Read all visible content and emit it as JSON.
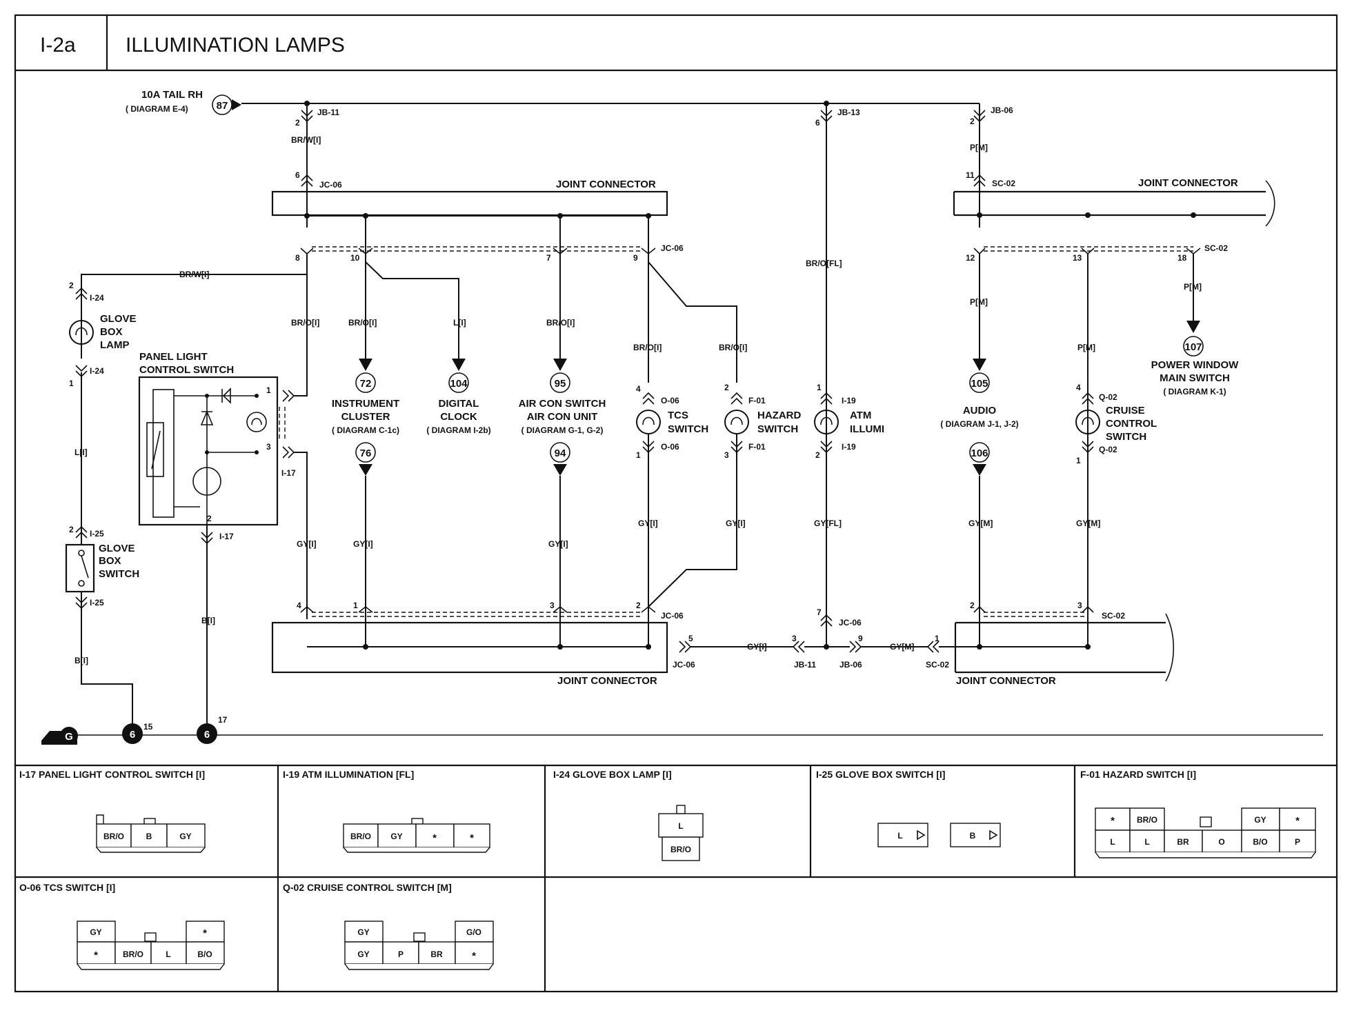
{
  "header": {
    "code": "I-2a",
    "title": "ILLUMINATION LAMPS"
  },
  "source": {
    "fuse": "10A TAIL RH",
    "ref": "( DIAGRAM  E-4)",
    "num": "87"
  },
  "jb": {
    "jb11": "JB-11",
    "jb13": "JB-13",
    "jb06": "JB-06"
  },
  "joint_connectors": {
    "top_left": "JOINT CONNECTOR",
    "top_right": "JOINT CONNECTOR",
    "bottom_left": "JOINT CONNECTOR",
    "bottom_right": "JOINT CONNECTOR"
  },
  "connector_ids": {
    "jc06": "JC-06",
    "sc02": "SC-02",
    "i24": "I-24",
    "i25": "I-25",
    "i17": "I-17",
    "o06": "O-06",
    "f01": "F-01",
    "i19": "I-19",
    "q02": "Q-02"
  },
  "wires": {
    "brw": "BR/W[I]",
    "bro": "BR/O[I]",
    "l": "L[I]",
    "gy": "GY[I]",
    "bro_fl": "BR/O[FL]",
    "gy_fl": "GY[FL]",
    "pm": "P[M]",
    "gym": "GY[M]",
    "b": "B[I]"
  },
  "pins": {
    "p1": "1",
    "p2": "2",
    "p3": "3",
    "p4": "4",
    "p5": "5",
    "p6": "6",
    "p7": "7",
    "p8": "8",
    "p9": "9",
    "p10": "10",
    "p11": "11",
    "p12": "12",
    "p13": "13",
    "p15": "15",
    "p17": "17",
    "p18": "18"
  },
  "components": {
    "glove_box_lamp": [
      "GLOVE",
      "BOX",
      "LAMP"
    ],
    "panel_light": [
      "PANEL LIGHT",
      "CONTROL SWITCH"
    ],
    "glove_box_switch": [
      "GLOVE",
      "BOX",
      "SWITCH"
    ],
    "instrument_cluster": [
      "INSTRUMENT",
      "CLUSTER",
      "( DIAGRAM  C-1c)"
    ],
    "digital_clock": [
      "DIGITAL",
      "CLOCK",
      "( DIAGRAM  I-2b)"
    ],
    "air_con": [
      "AIR CON SWITCH",
      "AIR CON UNIT",
      "( DIAGRAM  G-1,  G-2)"
    ],
    "tcs_switch": [
      "TCS",
      "SWITCH"
    ],
    "hazard_switch": [
      "HAZARD",
      "SWITCH"
    ],
    "atm_illumi": [
      "ATM",
      "ILLUMI"
    ],
    "audio": [
      "AUDIO",
      "( DIAGRAM  J-1,  J-2)"
    ],
    "cruise_switch": [
      "CRUISE",
      "CONTROL",
      "SWITCH"
    ],
    "power_window": [
      "POWER WINDOW",
      "MAIN SWITCH",
      "( DIAGRAM  K-1)"
    ]
  },
  "refs": {
    "r72": "72",
    "r76": "76",
    "r104": "104",
    "r95": "95",
    "r94": "94",
    "r105": "105",
    "r106": "106",
    "r107": "107"
  },
  "ground": {
    "symbol": "G",
    "num": "6"
  },
  "connector_table": [
    {
      "title": "I-17 PANEL LIGHT CONTROL SWITCH [I]",
      "cells": [
        "BR/O",
        "B",
        "GY"
      ]
    },
    {
      "title": "I-19 ATM ILLUMINATION [FL]",
      "cells": [
        "BR/O",
        "GY",
        "*",
        "*"
      ]
    },
    {
      "title": "I-24 GLOVE BOX LAMP [I]",
      "cells": [
        "L",
        "BR/O"
      ]
    },
    {
      "title": "I-25 GLOVE BOX SWITCH [I]",
      "cells": [
        "L",
        "B"
      ]
    },
    {
      "title": "F-01 HAZARD SWITCH [I]",
      "cells": [
        "*",
        "BR/O",
        "GY",
        "*",
        "L",
        "L",
        "BR",
        "O",
        "B/O",
        "P"
      ]
    },
    {
      "title": "O-06 TCS SWITCH [I]",
      "cells": [
        "GY",
        "*",
        "*",
        "BR/O",
        "L",
        "B/O"
      ]
    },
    {
      "title": "Q-02 CRUISE CONTROL SWITCH [M]",
      "cells": [
        "GY",
        "G/O",
        "GY",
        "P",
        "BR",
        "*"
      ]
    }
  ]
}
